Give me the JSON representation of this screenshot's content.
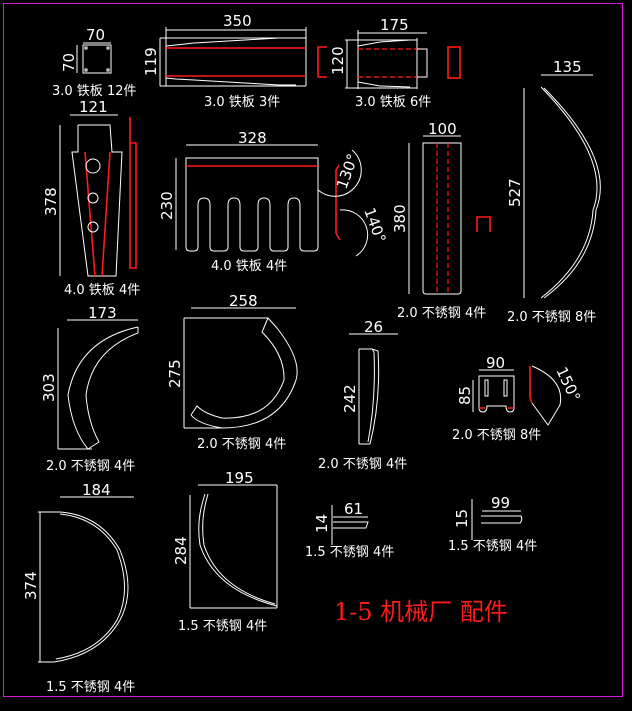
{
  "drawing": {
    "title": "1-5 机械厂 配件",
    "frame_color": "#d61fd6",
    "line_color": "#ffffff",
    "bend_line_color": "#ff1a1a",
    "background": "#000000"
  },
  "parts": [
    {
      "id": "p1",
      "dims": {
        "w": "70",
        "h": "70"
      },
      "label": "3.0 铁板 12件"
    },
    {
      "id": "p2",
      "dims": {
        "w": "350",
        "h": "119"
      },
      "label": "3.0 铁板 3件"
    },
    {
      "id": "p3",
      "dims": {
        "w": "175",
        "h": "120"
      },
      "label": "3.0 铁板 6件"
    },
    {
      "id": "p4",
      "dims": {
        "w": "121",
        "h": "378"
      },
      "label": "4.0 铁板 4件"
    },
    {
      "id": "p5",
      "dims": {
        "w": "328",
        "h": "230",
        "angle1": "130°",
        "angle2": "140°"
      },
      "label": "4.0 铁板 4件"
    },
    {
      "id": "p6",
      "dims": {
        "w": "100",
        "h": "380"
      },
      "label": "2.0 不锈钢 4件"
    },
    {
      "id": "p7",
      "dims": {
        "w": "135",
        "h": "527"
      },
      "label": "2.0 不锈钢 8件"
    },
    {
      "id": "p8",
      "dims": {
        "w": "173",
        "h": "303"
      },
      "label": "2.0 不锈钢 4件"
    },
    {
      "id": "p9",
      "dims": {
        "w": "258",
        "h": "275"
      },
      "label": "2.0 不锈钢 4件"
    },
    {
      "id": "p10",
      "dims": {
        "w": "26",
        "h": "242"
      },
      "label": "2.0 不锈钢 4件"
    },
    {
      "id": "p11",
      "dims": {
        "w": "90",
        "h": "85",
        "angle": "150°"
      },
      "label": "2.0 不锈钢 8件"
    },
    {
      "id": "p12",
      "dims": {
        "w": "184",
        "h": "374"
      },
      "label": "1.5 不锈钢 4件"
    },
    {
      "id": "p13",
      "dims": {
        "w": "195",
        "h": "284"
      },
      "label": "1.5 不锈钢 4件"
    },
    {
      "id": "p14",
      "dims": {
        "w": "61",
        "h": "14"
      },
      "label": "1.5 不锈钢 4件"
    },
    {
      "id": "p15",
      "dims": {
        "w": "99",
        "h": "15"
      },
      "label": "1.5 不锈钢 4件"
    }
  ]
}
